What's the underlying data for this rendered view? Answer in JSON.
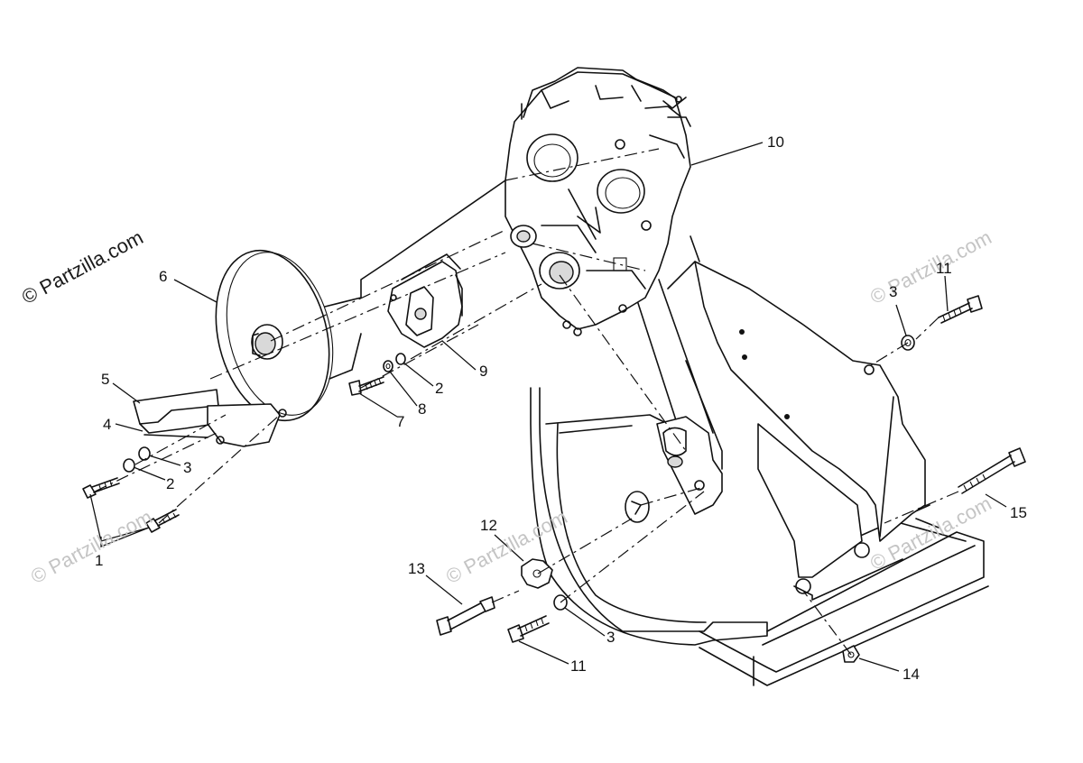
{
  "watermark": {
    "text": "© Partzilla.com"
  },
  "callouts": [
    {
      "id": "c1",
      "label": "1"
    },
    {
      "id": "c2a",
      "label": "2"
    },
    {
      "id": "c2b",
      "label": "2"
    },
    {
      "id": "c3a",
      "label": "3"
    },
    {
      "id": "c3b",
      "label": "3"
    },
    {
      "id": "c3c",
      "label": "3"
    },
    {
      "id": "c4",
      "label": "4"
    },
    {
      "id": "c5",
      "label": "5"
    },
    {
      "id": "c6",
      "label": "6"
    },
    {
      "id": "c7",
      "label": "7"
    },
    {
      "id": "c8",
      "label": "8"
    },
    {
      "id": "c9",
      "label": "9"
    },
    {
      "id": "c10",
      "label": "10"
    },
    {
      "id": "c11a",
      "label": "11"
    },
    {
      "id": "c11b",
      "label": "11"
    },
    {
      "id": "c12",
      "label": "12"
    },
    {
      "id": "c13",
      "label": "13"
    },
    {
      "id": "c14",
      "label": "14"
    },
    {
      "id": "c15",
      "label": "15"
    }
  ]
}
